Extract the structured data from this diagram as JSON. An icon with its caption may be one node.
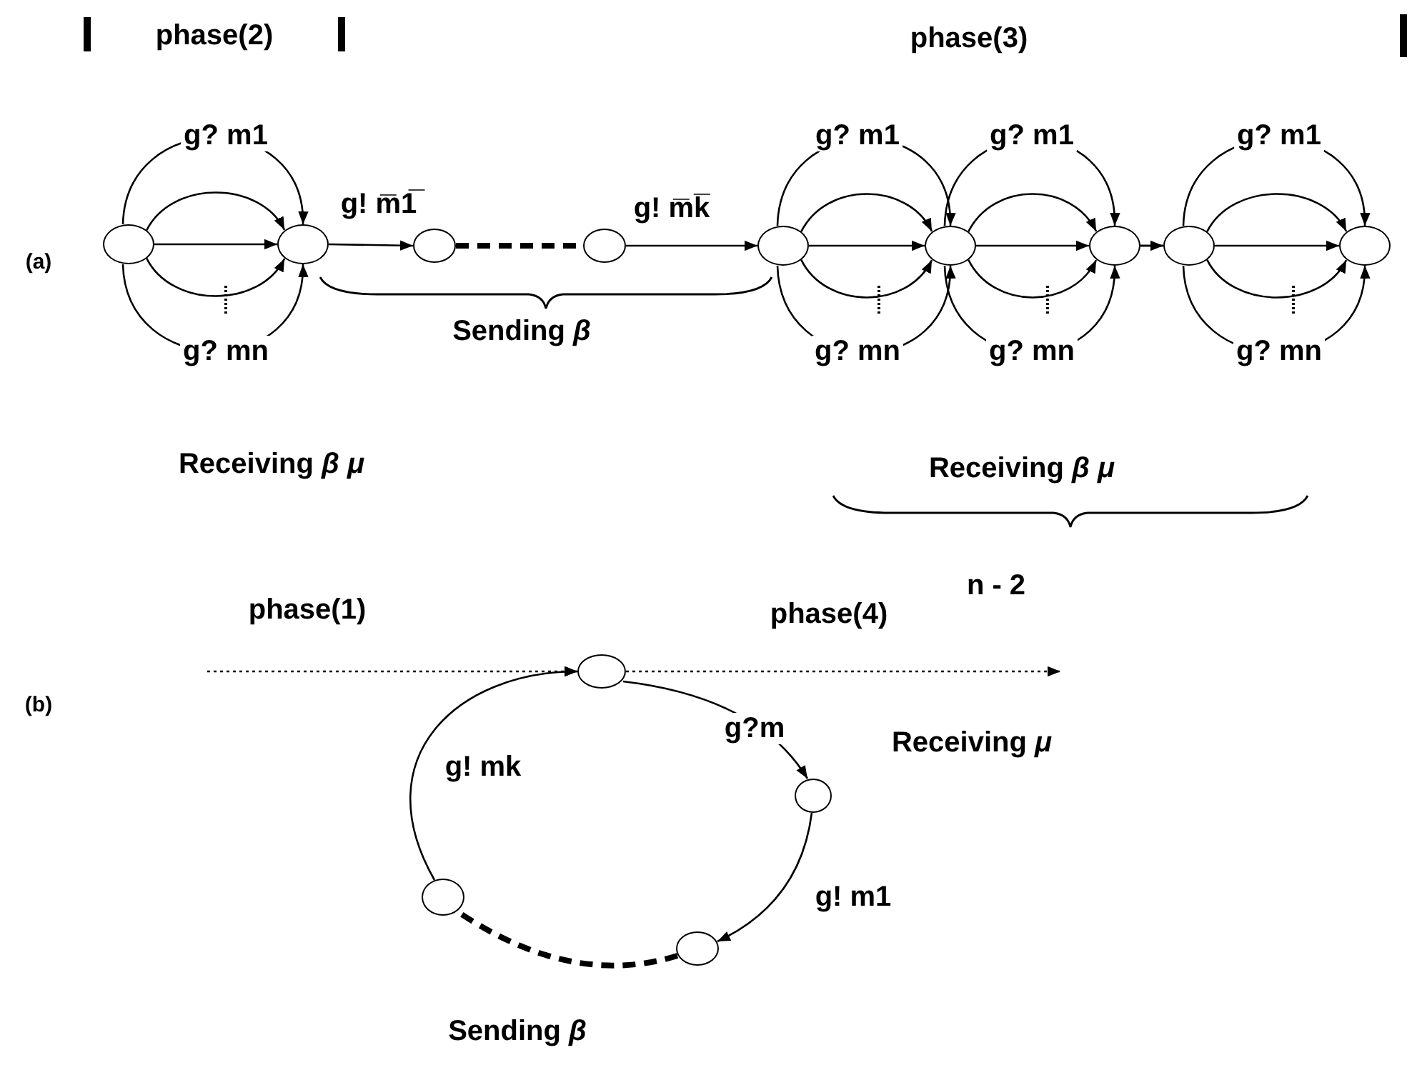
{
  "diagram": {
    "nodes": [
      {
        "text": [],
        "shape": "circle"
      },
      {
        "text": [],
        "shape": "circle"
      },
      {
        "text": [],
        "shape": "circle"
      },
      {
        "text": [],
        "shape": "circle"
      },
      {
        "text": [],
        "shape": "circle"
      },
      {
        "text": [],
        "shape": "circle"
      },
      {
        "text": [],
        "shape": "circle"
      },
      {
        "text": [],
        "shape": "circle"
      },
      {
        "text": [],
        "shape": "circle"
      },
      {
        "text": [],
        "shape": "circle"
      },
      {
        "text": [],
        "shape": "circle"
      },
      {
        "text": [],
        "shape": "circle"
      },
      {
        "text": [],
        "shape": "circle"
      }
    ],
    "edges": [
      {
        "from": 0,
        "to": 1,
        "arrow": "to",
        "label": "g? m1"
      },
      {
        "from": 0,
        "to": 1,
        "arrow": "to"
      },
      {
        "from": 0,
        "to": 1,
        "arrow": "to"
      },
      {
        "from": 0,
        "to": 1,
        "arrow": "to"
      },
      {
        "from": 0,
        "to": 1,
        "arrow": "to",
        "label": "g? mn"
      },
      {
        "from": 1,
        "to": 2,
        "arrow": "to",
        "label": "g! m̅1̅"
      },
      {
        "from": 2,
        "to": 3,
        "arrow": "none",
        "style": "dashed"
      },
      {
        "from": 3,
        "to": 4,
        "arrow": "to",
        "label": "g! m̅k̅"
      },
      {
        "from": 4,
        "to": 5,
        "arrow": "to",
        "label": "g? m1"
      },
      {
        "from": 4,
        "to": 5,
        "arrow": "to"
      },
      {
        "from": 4,
        "to": 5,
        "arrow": "to"
      },
      {
        "from": 4,
        "to": 5,
        "arrow": "to"
      },
      {
        "from": 4,
        "to": 5,
        "arrow": "to",
        "label": "g? mn"
      },
      {
        "from": 5,
        "to": 6,
        "arrow": "to",
        "label": "g? m1"
      },
      {
        "from": 5,
        "to": 6,
        "arrow": "to"
      },
      {
        "from": 5,
        "to": 6,
        "arrow": "to"
      },
      {
        "from": 5,
        "to": 6,
        "arrow": "to"
      },
      {
        "from": 5,
        "to": 6,
        "arrow": "to",
        "label": "g? mn"
      },
      {
        "from": 6,
        "to": 7,
        "arrow": "to"
      },
      {
        "from": 7,
        "to": 8,
        "arrow": "to",
        "label": "g? m1"
      },
      {
        "from": 7,
        "to": 8,
        "arrow": "to"
      },
      {
        "from": 7,
        "to": 8,
        "arrow": "to"
      },
      {
        "from": 7,
        "to": 8,
        "arrow": "to"
      },
      {
        "from": 7,
        "to": 8,
        "arrow": "to",
        "label": "g? mn"
      },
      {
        "from": null,
        "to": 9,
        "arrow": "to",
        "style": "dashed"
      },
      {
        "from": 9,
        "to": null,
        "arrow": "to",
        "style": "dashed"
      },
      {
        "from": 9,
        "to": 10,
        "arrow": "to",
        "label": "g?m"
      },
      {
        "from": 10,
        "to": 11,
        "arrow": "to",
        "label": "g! m1"
      },
      {
        "from": 11,
        "to": 12,
        "arrow": "none",
        "style": "dashed"
      },
      {
        "from": 12,
        "to": 9,
        "arrow": "to",
        "label": "g! mk"
      }
    ],
    "labels": [
      "phase(2)",
      "phase(3)",
      "(a)",
      "Sending *β*",
      "Receiving *β μ*",
      "Receiving *β μ*",
      "n - 2",
      "phase(1)",
      "phase(4)",
      "(b)",
      "Receiving *μ*",
      "Sending *β*"
    ]
  }
}
